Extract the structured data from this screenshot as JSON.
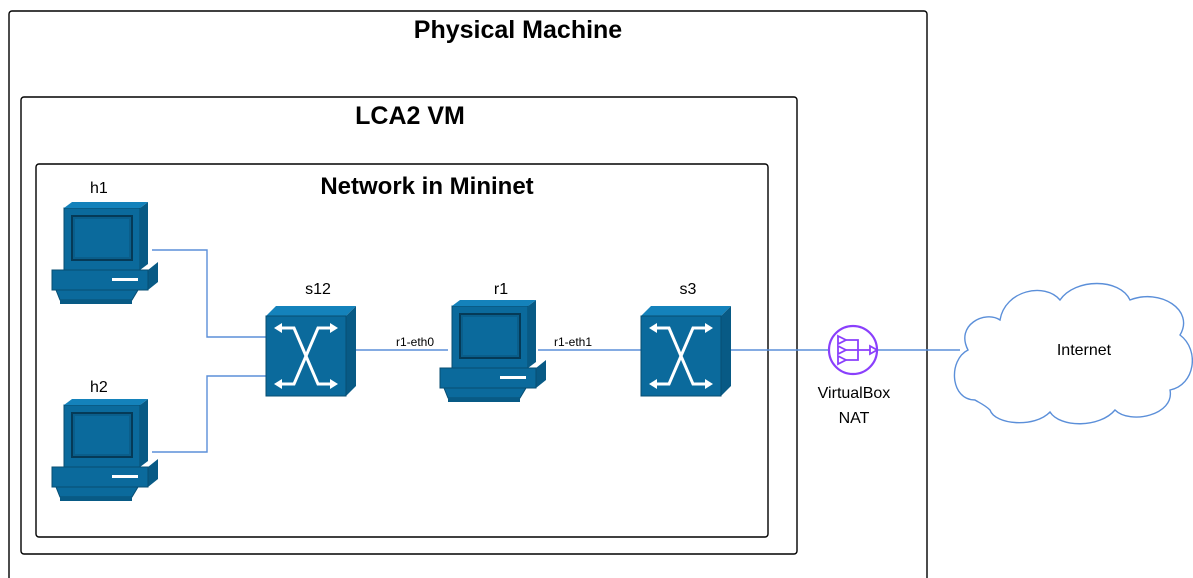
{
  "containers": {
    "physical_machine": "Physical Machine",
    "vm": "LCA2 VM",
    "mininet": "Network in Mininet"
  },
  "nodes": {
    "h1": "h1",
    "h2": "h2",
    "s12": "s12",
    "r1": "r1",
    "s3": "s3",
    "nat_line1": "VirtualBox",
    "nat_line2": "NAT",
    "internet": "Internet"
  },
  "ports": {
    "r1_eth0": "r1-eth0",
    "r1_eth1": "r1-eth1"
  },
  "colors": {
    "device": "#0b6a9c",
    "device_dark": "#08496e",
    "link": "#5b8fd9",
    "nat": "#8a3ffc"
  },
  "icons": {
    "host": "computer-icon",
    "switch": "switch-icon",
    "nat": "nat-gateway-icon",
    "cloud": "cloud-icon"
  }
}
